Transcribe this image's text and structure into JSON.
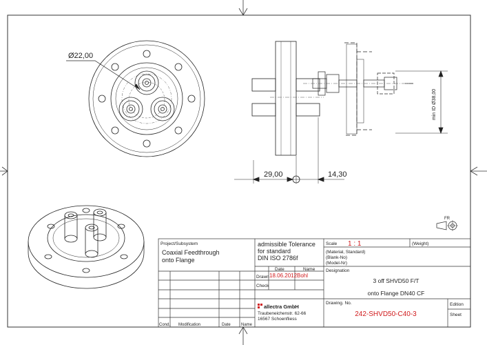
{
  "dimensions": {
    "diameter_pcd": "Ø22,00",
    "length_left": "29,00",
    "length_right": "14,30",
    "min_id": "min ID Ø38,00"
  },
  "symbol": {
    "label": "FR"
  },
  "title_block": {
    "project_label": "Project/Subsystem",
    "project_line1": "Coaxial Feedthrough",
    "project_line2": "onto Flange",
    "tolerance_line1": "admissible Tolerance",
    "tolerance_line2": "for standard",
    "tolerance_line3": "DIN ISO 2786f",
    "scale_label": "Scale",
    "scale_value": "1 : 1",
    "weight_label": "(Weight)",
    "material_label": "(Material, Standard)",
    "blank_label": "(Blank-No)",
    "model_label": "(Model-Nr)",
    "date_header": "Date",
    "name_header": "Name",
    "drawn_label": "Drawn",
    "drawn_date": "18.06.2012",
    "drawn_name": "Bohl",
    "check_label": "Check",
    "designation_label": "Designation",
    "designation_line1": "3 off SHVD50 F/T",
    "designation_line2": "onto Flange DN40 CF",
    "company_name": "allectra GmbH",
    "company_street": "Traubeneichenstr. 62-66",
    "company_city": "16567 Schoenfliess",
    "drawing_no_label": "Drawing. No.",
    "drawing_no": "242-SHVD50-C40-3",
    "edition_label": "Edition",
    "sheet_label": "Sheet",
    "cond_label": "Cond.",
    "modification_label": "Modification",
    "date_label": "Date",
    "name_label": "Name"
  }
}
